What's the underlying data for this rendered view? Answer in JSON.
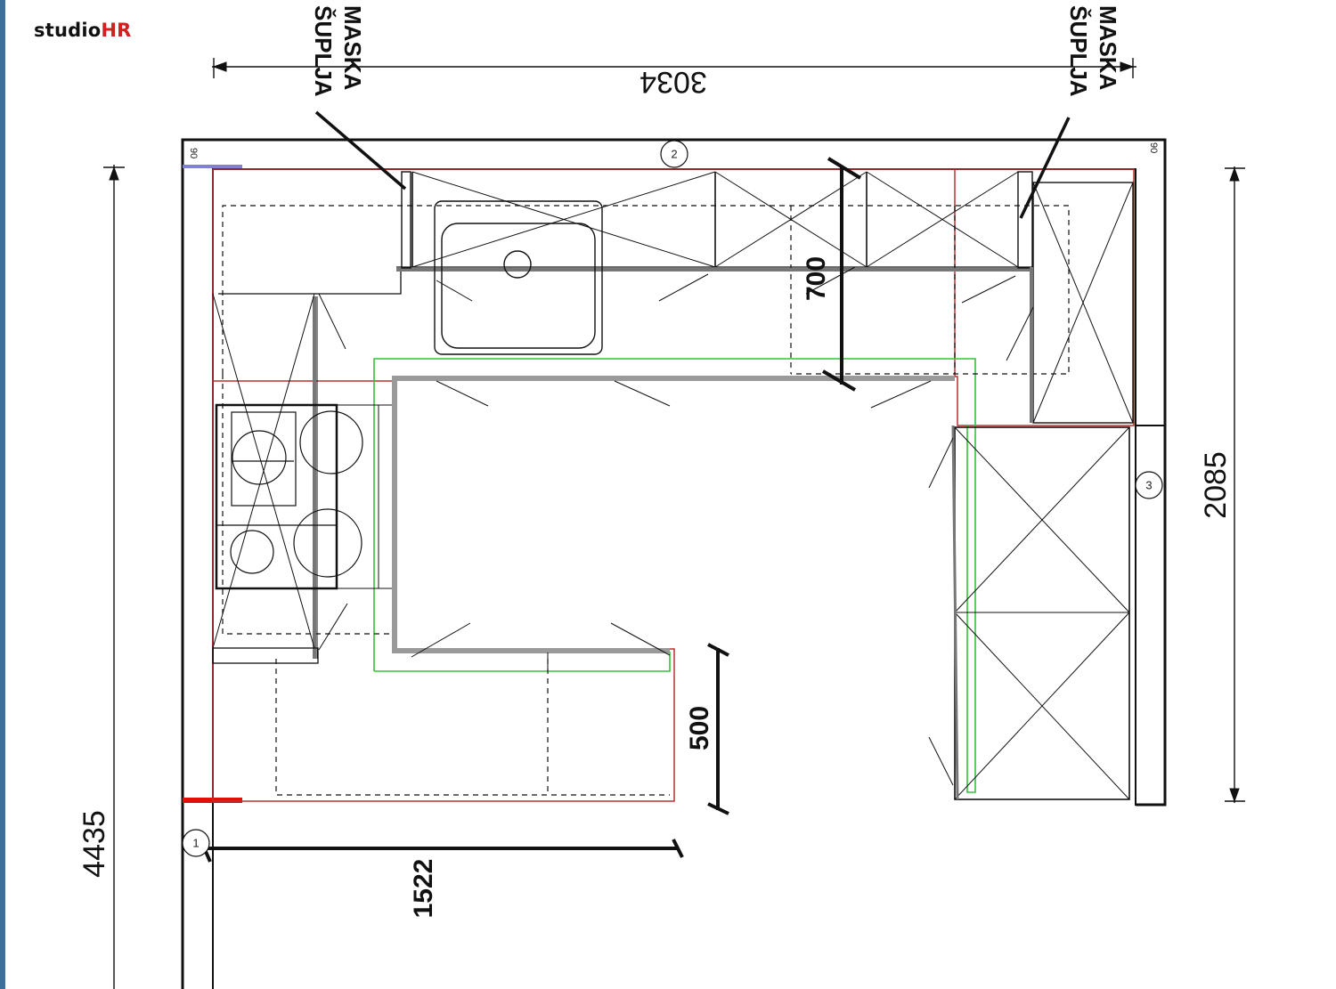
{
  "brand": {
    "part1": "studio",
    "part2": "HR",
    "accent_color": "#d22020"
  },
  "dimensions": {
    "top_width": "3034",
    "left_length": "4435",
    "right_length": "2085",
    "counter_depth": "700",
    "peninsula_depth": "500",
    "peninsula_length": "1522"
  },
  "labels": {
    "left_hollow": {
      "line1": "ŠUPLJA",
      "line2": "MASKA"
    },
    "right_hollow": {
      "line1": "ŠUPLJA",
      "line2": "MASKA"
    },
    "wall_thickness_left": "90",
    "wall_thickness_right": "90"
  },
  "wall_markers": {
    "m1": "1",
    "m2": "2",
    "m3": "3"
  },
  "colors": {
    "wall": "#111111",
    "cabinet_outline": "#b83232",
    "countertop_outline": "#36c236",
    "wall_marker_blue": "#8080d8",
    "wall_marker_red": "#e01010"
  }
}
